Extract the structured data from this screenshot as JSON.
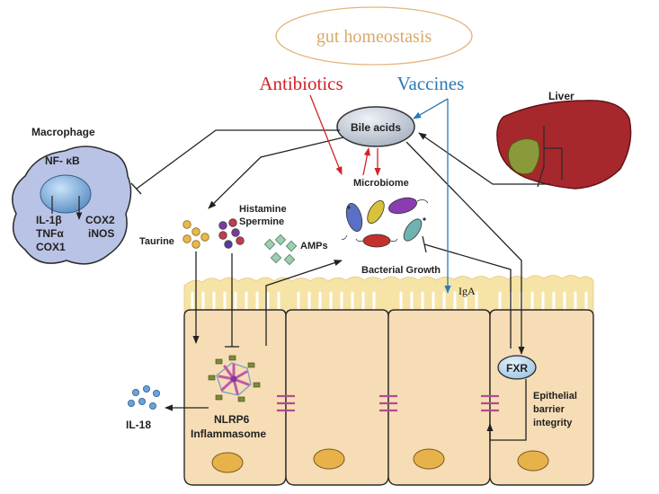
{
  "title": "gut homeostasis",
  "factors": {
    "antibiotics": "Antibiotics",
    "vaccines": "Vaccines"
  },
  "nodes": {
    "bile_acids": "Bile acids",
    "liver": "Liver",
    "microbiome": "Microbiome",
    "macrophage": "Macrophage",
    "nfkb": "NF- κB",
    "il1b": "IL-1β",
    "tnfa": "TNFα",
    "cox1": "COX1",
    "cox2": "COX2",
    "inos": "iNOS",
    "taurine": "Taurine",
    "histamine": "Histamine",
    "spermine": "Spermine",
    "amps": "AMPs",
    "bacterial_growth": "Bacterial Growth",
    "iga": "IgA",
    "fxr": "FXR",
    "epithelial_1": "Epithelial",
    "epithelial_2": "barrier",
    "epithelial_3": "integrity",
    "nlrp6_1": "NLRP6",
    "nlrp6_2": "Inflammasome",
    "il18": "IL-18"
  },
  "colors": {
    "title_text": "#d9a86a",
    "antibiotics": "#d2232a",
    "vaccines": "#2a7ab8",
    "cell_fill": "#f7ddb5",
    "nucleus": "#e8b24a",
    "macrophage": "#b9c3e6",
    "liver": "#a6282c",
    "bile_acids": "#c7cdd8"
  }
}
